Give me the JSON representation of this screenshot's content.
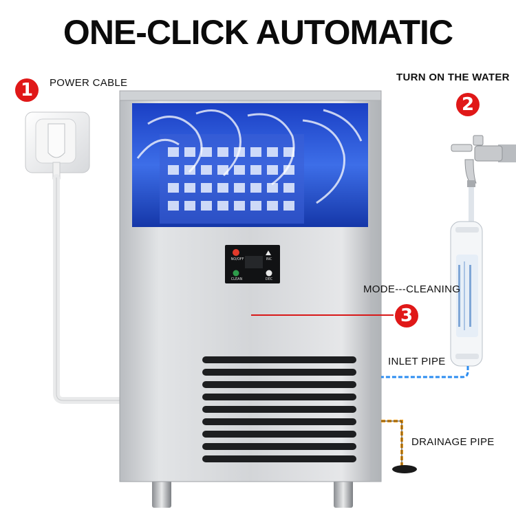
{
  "title": "ONE-CLICK AUTOMATIC",
  "steps": [
    {
      "number": "1",
      "label": "POWER CABLE"
    },
    {
      "number": "2",
      "label": "TURN ON THE WATER"
    },
    {
      "number": "3",
      "label": "MODE---CLEANING"
    }
  ],
  "pipes": {
    "inlet": "INLET PIPE",
    "drainage": "DRAINAGE PIPE"
  },
  "control_panel": {
    "power": "NO/OFF",
    "inc": "INC",
    "clean": "CLEAN",
    "dec": "DEC"
  },
  "colors": {
    "badge": "#e01818",
    "inlet_pipe": "#2b8cf0",
    "drain_pipe": "#f39c12",
    "steel": "#c9ccd0",
    "ice_window": "#1c44c8"
  }
}
